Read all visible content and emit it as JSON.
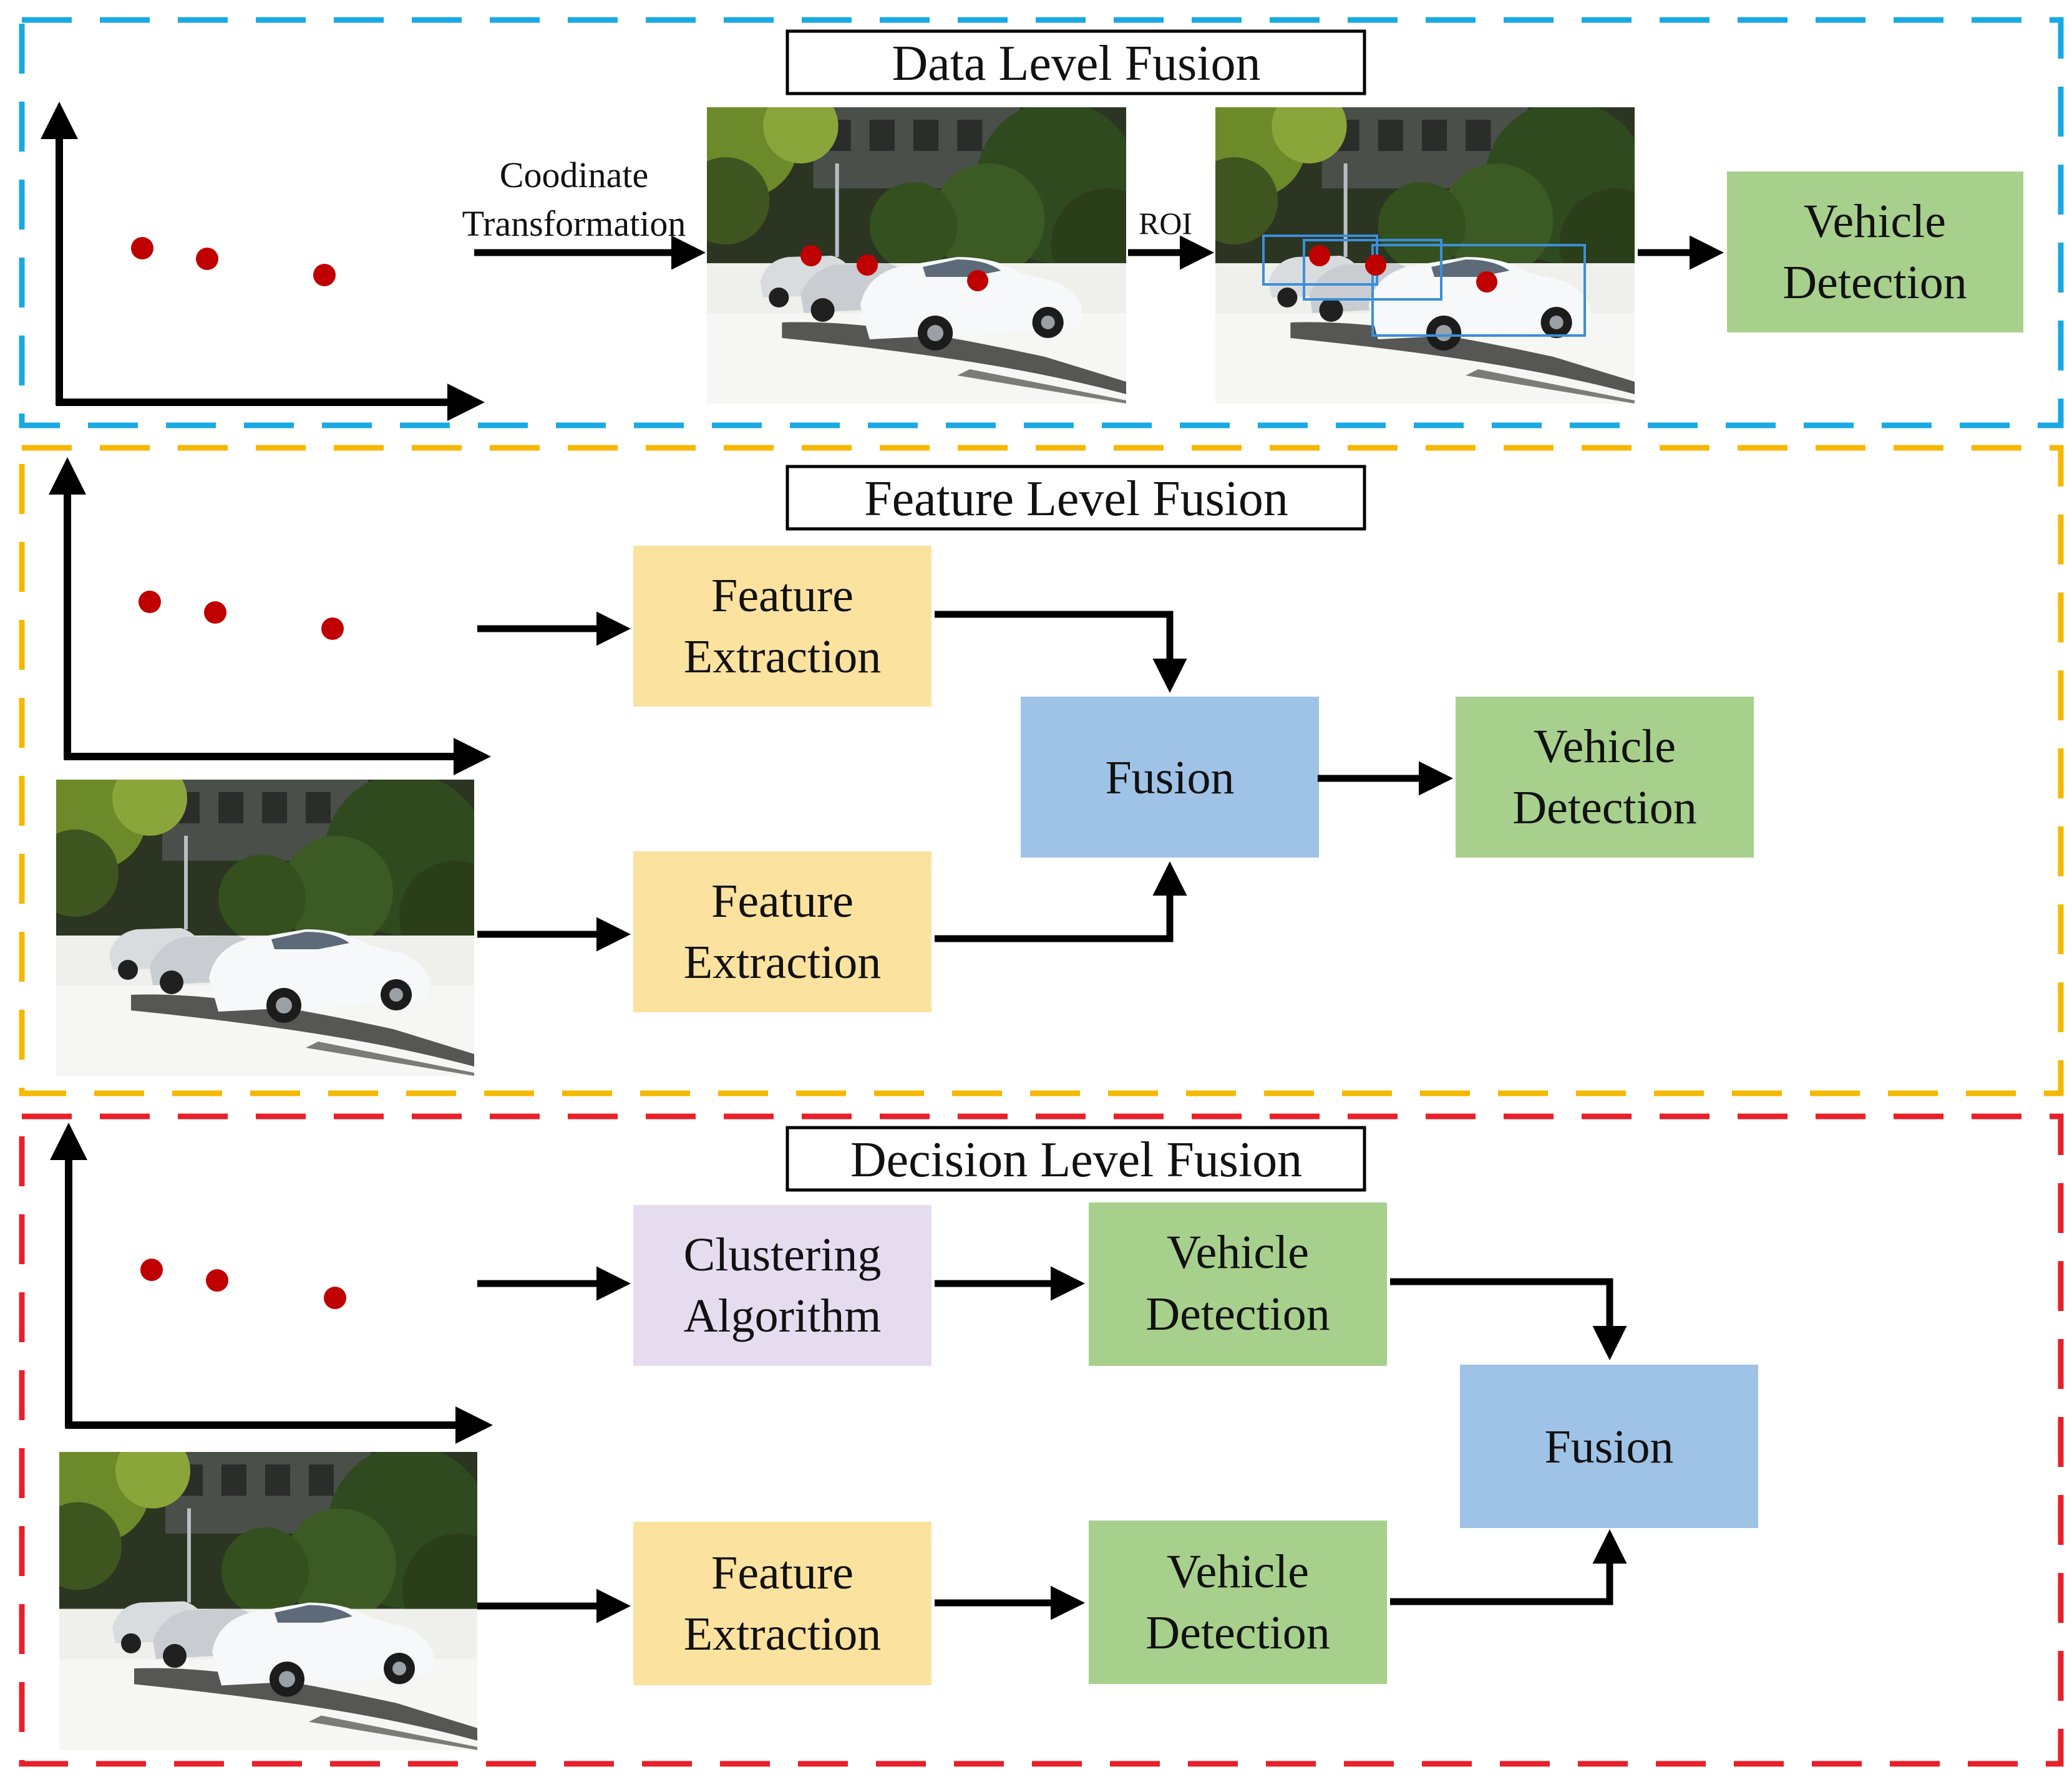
{
  "colors": {
    "data_panel_border": "#1aa9e3",
    "feature_panel_border": "#f5b800",
    "decision_panel_border": "#e8202a",
    "vehicle_detection_fill": "#a7d08c",
    "feature_extraction_fill": "#fce29f",
    "fusion_fill": "#9fc3e6",
    "clustering_fill": "#e6dcf0",
    "point_color": "#c00000",
    "roi_box_color": "#3a8fd9",
    "arrow_color": "#000000"
  },
  "panels": {
    "data_level": {
      "title": "Data Level Fusion",
      "transform_line1": "Coodinate",
      "transform_line2": "Transformation",
      "roi_label": "ROI",
      "vehicle_detection": [
        "Vehicle",
        "Detection"
      ]
    },
    "feature_level": {
      "title": "Feature Level Fusion",
      "feature_extraction_top": [
        "Feature",
        "Extraction"
      ],
      "feature_extraction_bottom": [
        "Feature",
        "Extraction"
      ],
      "fusion": "Fusion",
      "vehicle_detection": [
        "Vehicle",
        "Detection"
      ]
    },
    "decision_level": {
      "title": "Decision Level Fusion",
      "clustering": [
        "Clustering",
        "Algorithm"
      ],
      "vehicle_detection_top": [
        "Vehicle",
        "Detection"
      ],
      "feature_extraction": [
        "Feature",
        "Extraction"
      ],
      "vehicle_detection_bottom": [
        "Vehicle",
        "Detection"
      ],
      "fusion": "Fusion"
    }
  }
}
